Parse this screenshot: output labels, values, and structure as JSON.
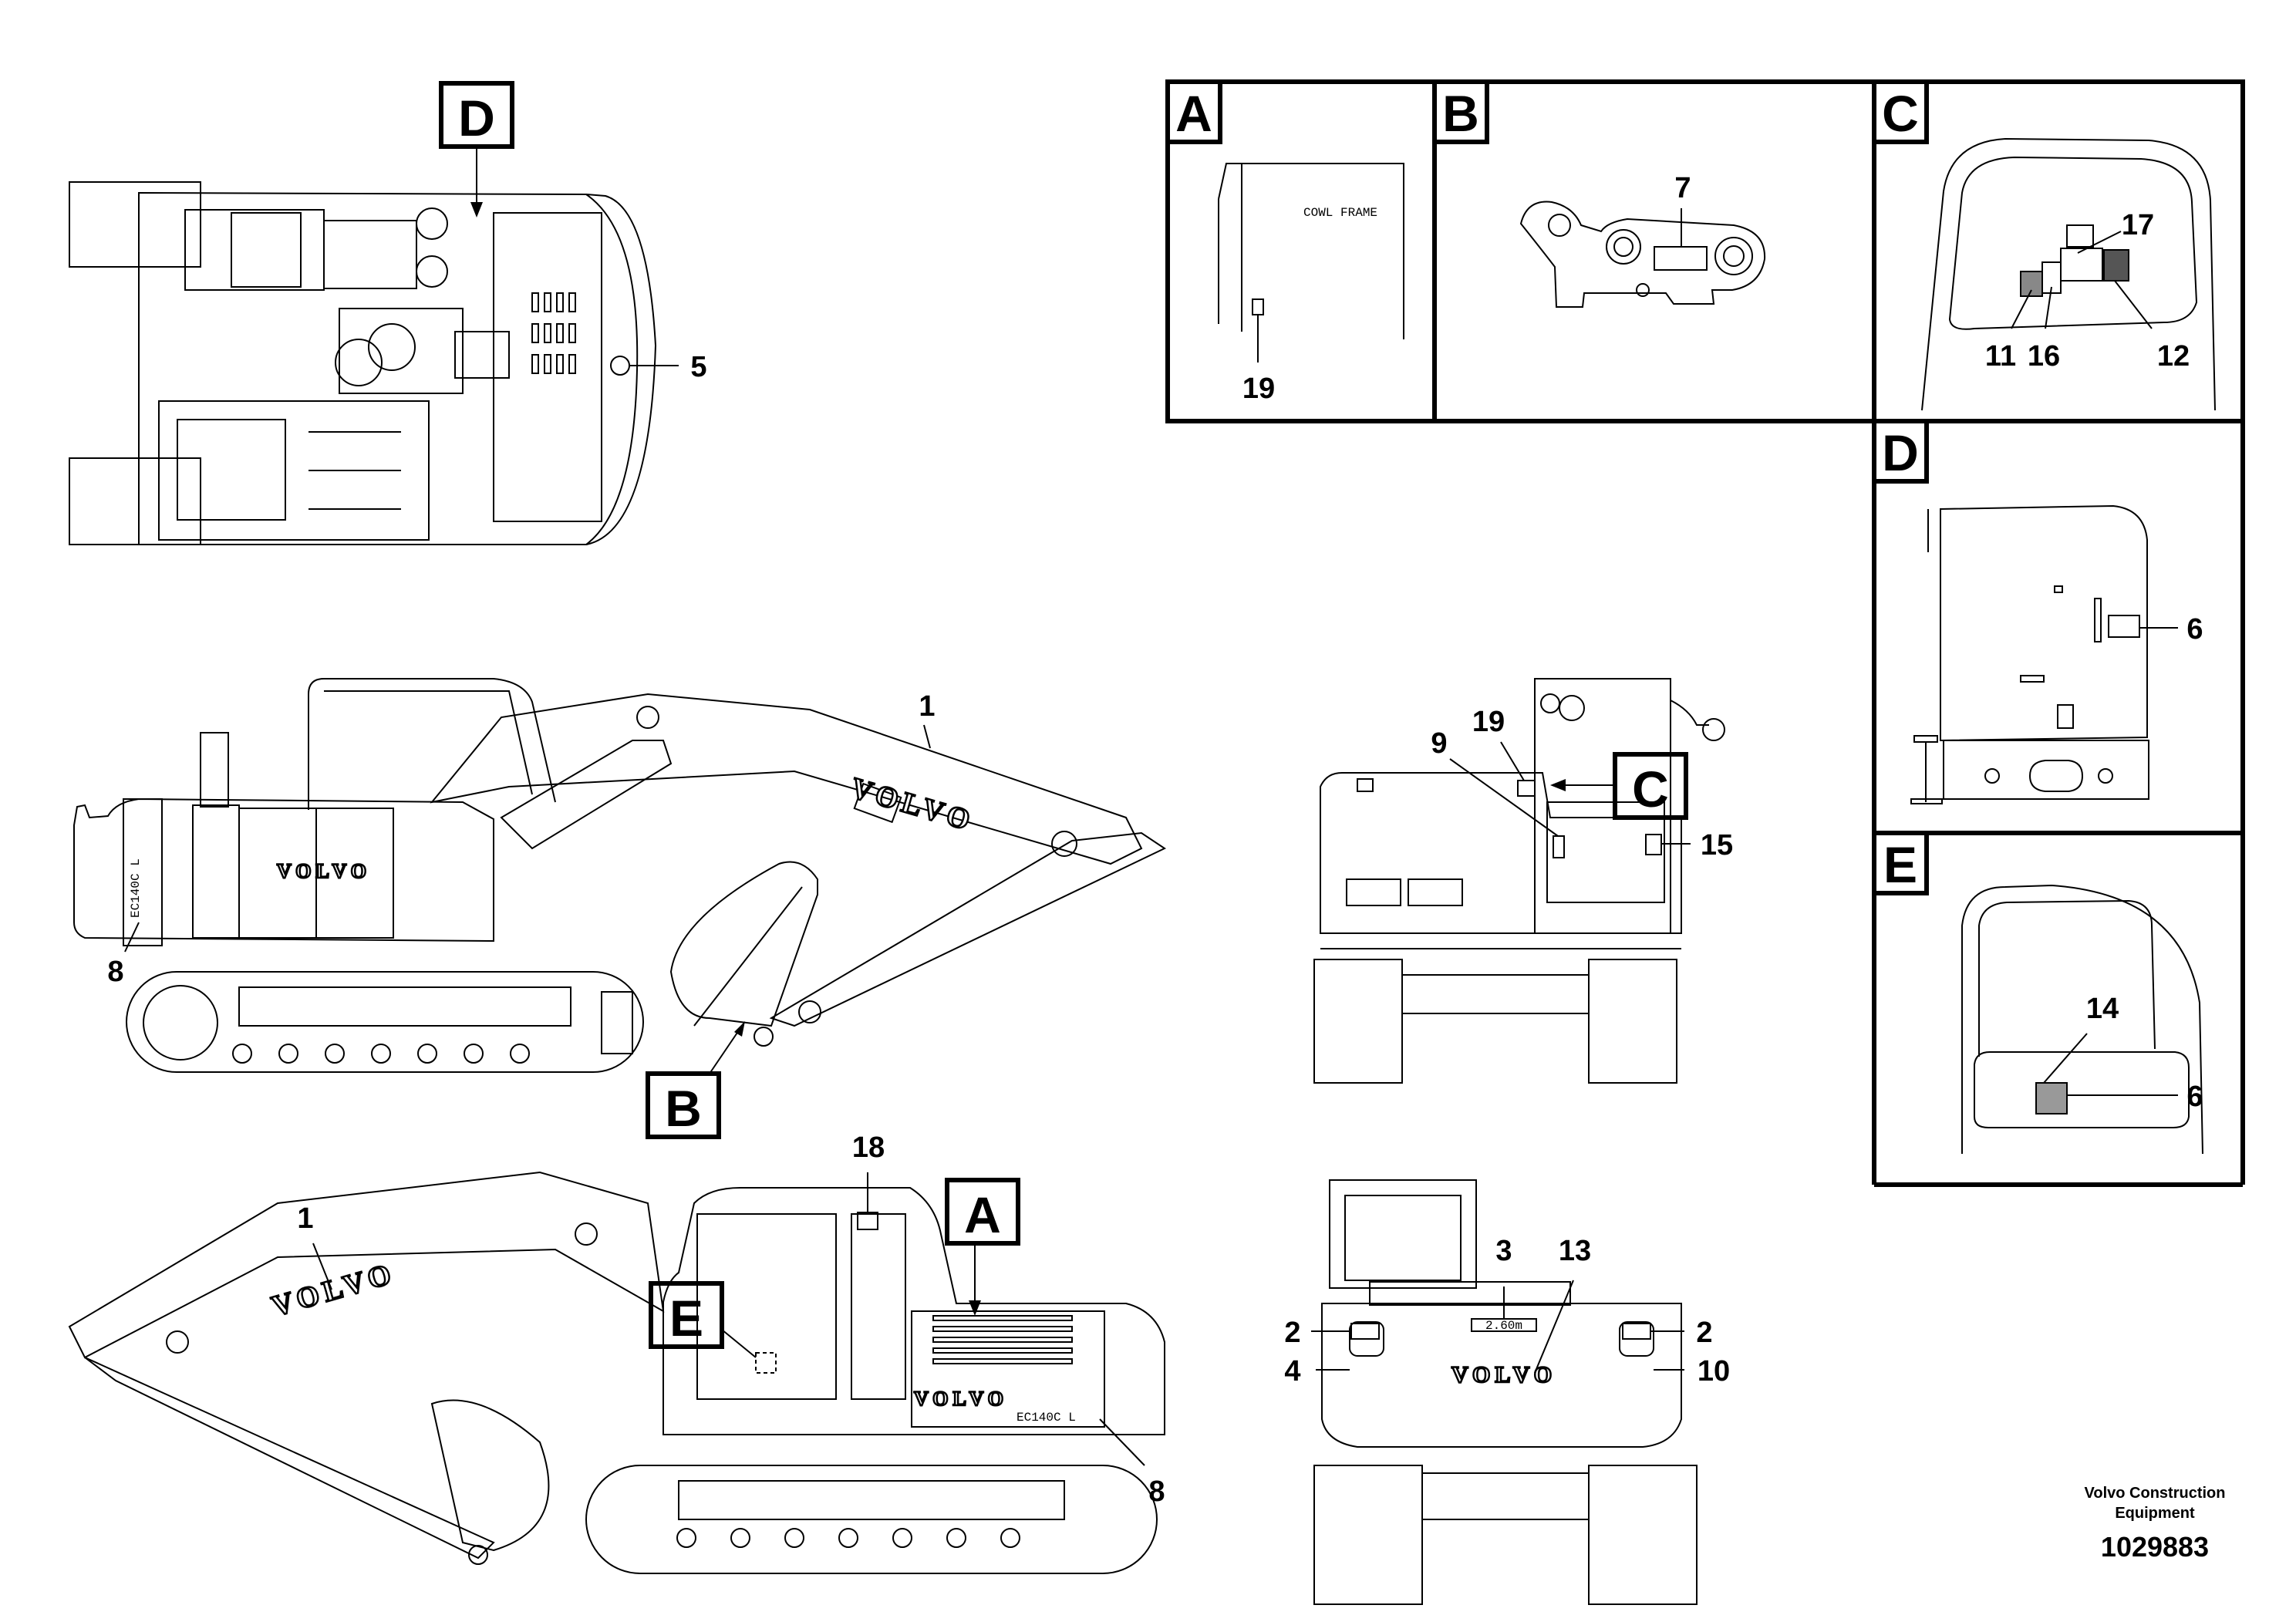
{
  "views": {
    "top": {
      "callouts": [
        "5"
      ],
      "section_ref": "D"
    },
    "side_left": {
      "callouts": [
        "1",
        "8"
      ],
      "section_ref": "B",
      "brand_boom": "VOLVO",
      "brand_body": "VOLVO",
      "model_badge": "EC140C L"
    },
    "side_right": {
      "callouts": [
        "1",
        "18",
        "8"
      ],
      "section_refs": [
        "A",
        "E"
      ],
      "brand_boom": "VOLVO",
      "brand_body": "VOLVO",
      "model_badge": "EC140C L"
    },
    "front": {
      "callouts": [
        "9",
        "19",
        "15"
      ],
      "section_ref": "C"
    },
    "rear": {
      "callouts": [
        "3",
        "13",
        "2",
        "2",
        "4",
        "10"
      ],
      "brand": "VOLVO",
      "height_plate": "2.60m"
    }
  },
  "details": {
    "A": {
      "label": "A",
      "caption": "COWL FRAME",
      "callouts": [
        "19"
      ]
    },
    "B": {
      "label": "B",
      "callouts": [
        "7"
      ]
    },
    "C": {
      "label": "C",
      "callouts": [
        "17",
        "11",
        "16",
        "12"
      ]
    },
    "D": {
      "label": "D",
      "callouts": [
        "6"
      ]
    },
    "E": {
      "label": "E",
      "callouts": [
        "14",
        "6"
      ]
    }
  },
  "footer": {
    "company_line1": "Volvo Construction",
    "company_line2": "Equipment",
    "document_number": "1029883"
  }
}
